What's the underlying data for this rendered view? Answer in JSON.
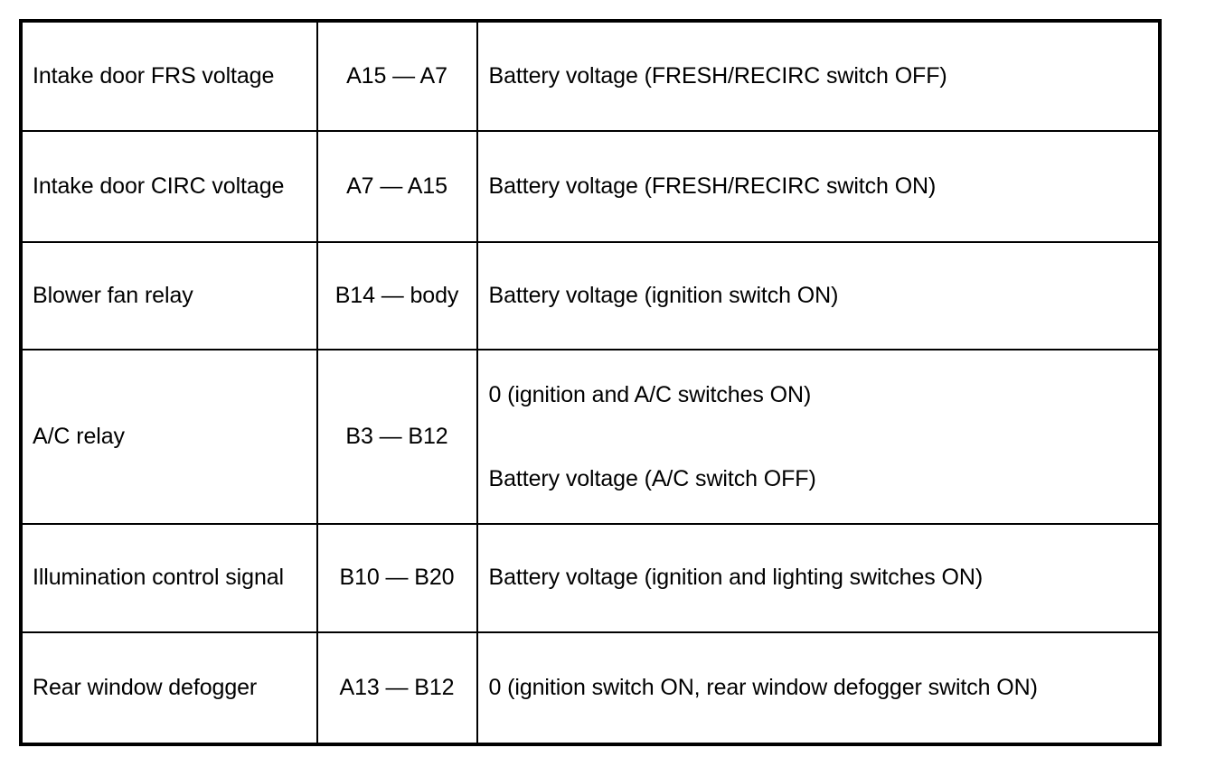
{
  "document": {
    "type": "specification-table",
    "background_color": "#ffffff",
    "text_color": "#000000",
    "border_color": "#000000"
  },
  "table": {
    "column_count": 3,
    "row_count": 6,
    "rows": [
      {
        "item": "Intake door FRS voltage",
        "terminals": "A15 — A7",
        "value_lines": [
          "Battery voltage (FRESH/RECIRC switch OFF)"
        ]
      },
      {
        "item": "Intake door CIRC voltage",
        "terminals": "A7 — A15",
        "value_lines": [
          "Battery voltage (FRESH/RECIRC switch ON)"
        ]
      },
      {
        "item": "Blower fan relay",
        "terminals": "B14 — body",
        "value_lines": [
          "Battery voltage (ignition switch ON)"
        ]
      },
      {
        "item": "A/C relay",
        "terminals": "B3 — B12",
        "value_lines": [
          "0 (ignition and A/C switches ON)",
          "Battery voltage (A/C switch OFF)"
        ]
      },
      {
        "item": "Illumination control signal",
        "terminals": "B10 — B20",
        "value_lines": [
          "Battery voltage (ignition and lighting switches ON)"
        ]
      },
      {
        "item": "Rear window defogger",
        "terminals": "A13 — B12",
        "value_lines": [
          "0 (ignition switch ON, rear window defogger switch ON)"
        ]
      }
    ]
  }
}
